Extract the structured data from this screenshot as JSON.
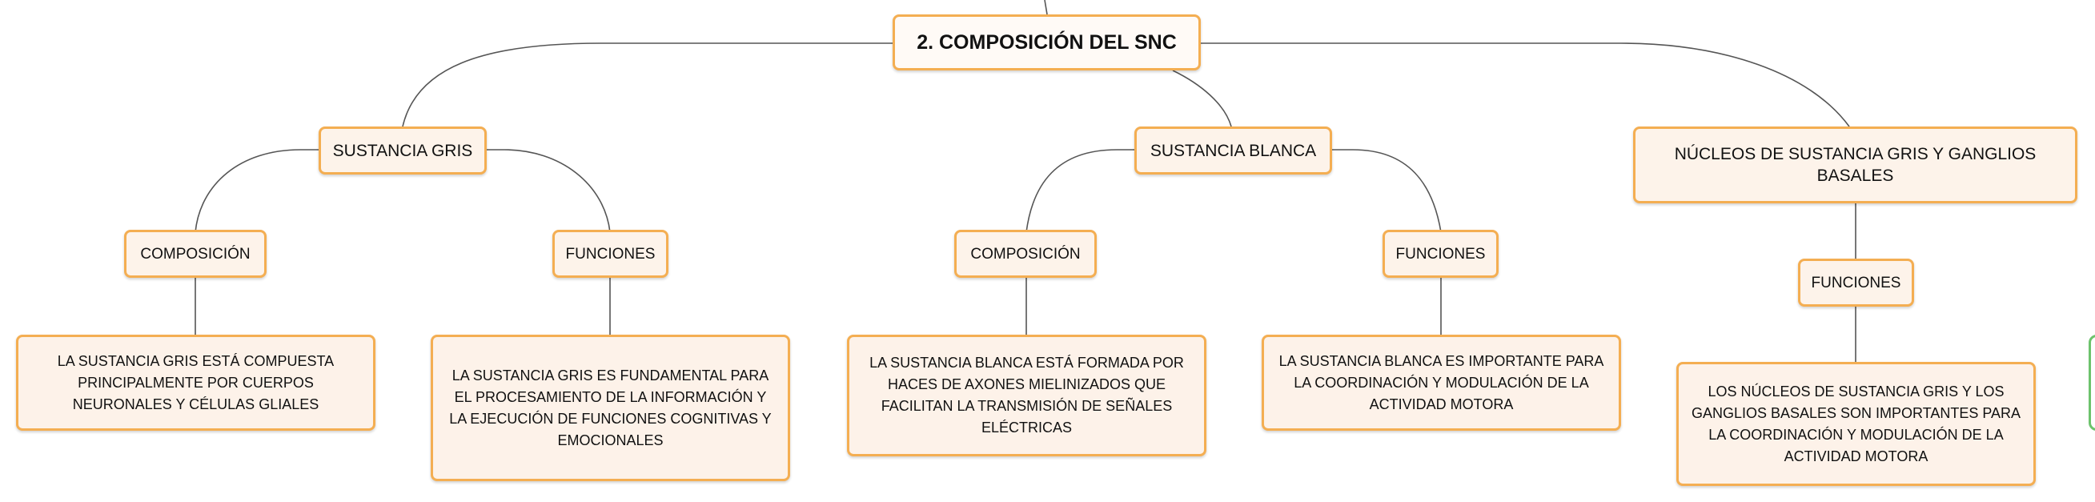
{
  "root": {
    "label": "2. COMPOSICIÓN DEL SNC"
  },
  "branches": {
    "gris": {
      "label": "SUSTANCIA GRIS",
      "composicion": {
        "label": "COMPOSICIÓN",
        "text": "LA SUSTANCIA GRIS ESTÁ COMPUESTA PRINCIPALMENTE POR CUERPOS NEURONALES Y CÉLULAS GLIALES"
      },
      "funciones": {
        "label": "FUNCIONES",
        "text": "LA SUSTANCIA GRIS ES FUNDAMENTAL PARA EL PROCESAMIENTO DE LA INFORMACIÓN Y LA EJECUCIÓN DE FUNCIONES COGNITIVAS Y EMOCIONALES"
      }
    },
    "blanca": {
      "label": "SUSTANCIA BLANCA",
      "composicion": {
        "label": "COMPOSICIÓN",
        "text": "LA SUSTANCIA BLANCA ESTÁ FORMADA POR HACES DE AXONES MIELINIZADOS QUE FACILITAN LA TRANSMISIÓN DE SEÑALES ELÉCTRICAS"
      },
      "funciones": {
        "label": "FUNCIONES",
        "text": "LA SUSTANCIA BLANCA ES IMPORTANTE PARA LA COORDINACIÓN Y MODULACIÓN DE LA ACTIVIDAD MOTORA"
      }
    },
    "nucleos": {
      "label": "NÚCLEOS DE SUSTANCIA GRIS Y GANGLIOS BASALES",
      "funciones": {
        "label": "FUNCIONES",
        "text": "LOS NÚCLEOS DE SUSTANCIA GRIS Y LOS GANGLIOS BASALES SON IMPORTANTES PARA LA COORDINACIÓN Y MODULACIÓN DE LA ACTIVIDAD MOTORA"
      }
    }
  },
  "colors": {
    "node_fill": "#fdf2e9",
    "node_border": "#f4ae52",
    "connector": "#555555",
    "offscreen_edge": "#6cc36c"
  }
}
